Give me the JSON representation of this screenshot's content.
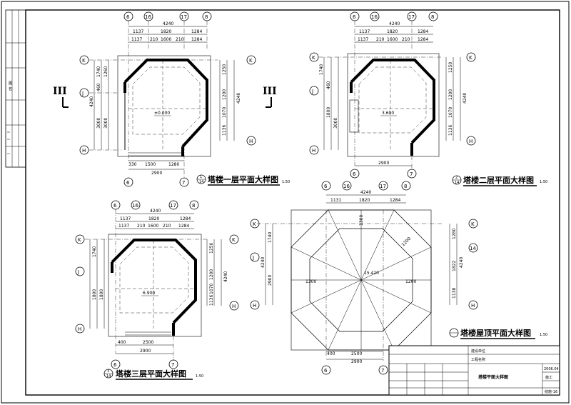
{
  "plans": {
    "p1": {
      "title": "塔楼一层平面大样图",
      "scale": "1:50",
      "num_top": "1",
      "num_bot": "14",
      "elevation": "±0.000",
      "section_mark": "III"
    },
    "p2": {
      "title": "塔楼二层平面大样图",
      "scale": "1:50",
      "num_top": "2",
      "num_bot": "14",
      "elevation": "3.600"
    },
    "p3": {
      "title": "塔楼三层平面大样图",
      "scale": "1:50",
      "num_top": "3",
      "num_bot": "14",
      "elevation": "6.900"
    },
    "p4": {
      "title": "塔楼屋顶平面大样图",
      "scale": "1:50",
      "elevation": "15.420"
    }
  },
  "axes": {
    "col": [
      "6",
      "16",
      "17",
      "8"
    ],
    "row": [
      "K",
      "14",
      "J",
      "H"
    ],
    "bottom": [
      "6",
      "7"
    ]
  },
  "dims": {
    "total_w": "4240",
    "seg_top": [
      "1137",
      "1820",
      "1284"
    ],
    "seg_mid": [
      "1137",
      "210",
      "1600",
      "210",
      "1284"
    ],
    "bottom_total": "2900",
    "bottom_seg": [
      "330",
      "1500",
      "1280"
    ],
    "bottom_seg3": [
      "400",
      "2500"
    ],
    "left_total": "4240",
    "left_seg": [
      "1740",
      "460",
      "1800",
      "3000"
    ],
    "left_inner": [
      "1260",
      "3000"
    ],
    "right_seg": [
      "1250",
      "1200",
      "1070",
      "1136"
    ],
    "right_total": "4240",
    "roof_top": [
      "1131",
      "1820",
      "1284"
    ],
    "roof_left": [
      "1740",
      "2900"
    ],
    "roof_right": [
      "1280",
      "1822",
      "1138"
    ],
    "roof_bottom": [
      "400",
      "2500",
      "2900"
    ],
    "roof_mid": [
      "1300",
      "1300",
      "1200",
      "1200"
    ]
  },
  "title_block": {
    "label1": "建设单位",
    "label2": "工程名称",
    "drawing": "塔楼平面大样图",
    "date": "2006.04",
    "phase": "施工",
    "sheet": "结施-16"
  },
  "left_strip": {
    "items": [
      "图",
      "名"
    ]
  }
}
